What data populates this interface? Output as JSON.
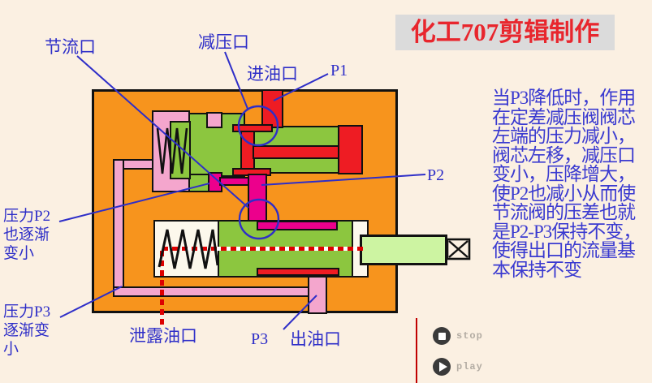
{
  "title": {
    "text": "化工707剪辑制作"
  },
  "labels": {
    "throttle_port": "节流口",
    "reducing_port": "减压口",
    "inlet_port": "进油口",
    "p1": "P1",
    "p2": "P2",
    "p3": "P3",
    "pressure_p2_note": "压力P2\n也逐渐\n变小",
    "pressure_p3_note": "压力P3\n逐渐变\n小",
    "leak_port": "泄露油口",
    "outlet_port": "出油口"
  },
  "description": {
    "text": "当P3降低时，作用\n在定差减压阀阀芯\n左端的压力减小，\n阀芯左移，减压口\n变小，压降增大，\n使P2也减小从而使\n节流阀的压差也就\n是P2-P3保持不变，\n使得出口的流量基\n本保持不变"
  },
  "controls": {
    "stop": "stop",
    "play": "play"
  },
  "colors": {
    "bg": "#FBF0E2",
    "orange": "#F7941D",
    "green": "#8CC63F",
    "pink": "#F4A6CD",
    "magenta": "#EC008C",
    "red": "#EE1C23",
    "rodgreen": "#CDF4A2",
    "blue": "#2E2EC8",
    "titlered": "#E8262D",
    "titlebg": "#DBDBDB",
    "dashred": "#DD0000",
    "sepred": "#C00000",
    "ctrldark": "#3A3A3A",
    "ctrltext": "#B3ACA3",
    "cream": "#FCF8EC"
  }
}
